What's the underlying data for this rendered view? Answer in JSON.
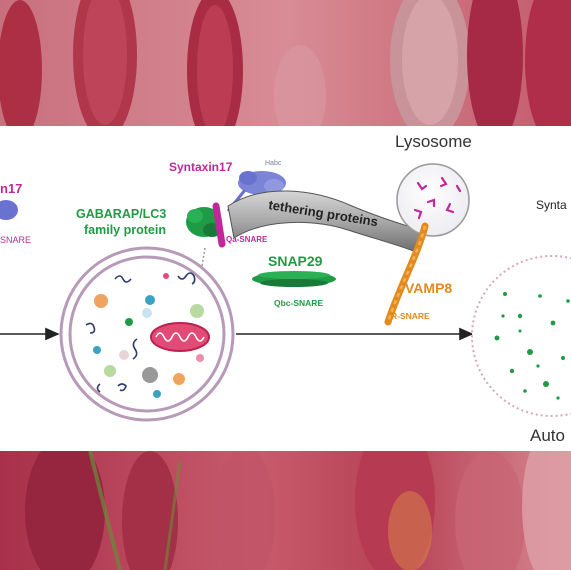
{
  "diagram": {
    "labels": {
      "syntaxin17_left": "n17",
      "snare_left": "SNARE",
      "syntaxin17": "Syntaxin17",
      "habc": "Habc",
      "gabarap_line1": "GABARAP/LC3",
      "gabarap_line2": "family protein",
      "qa_snare": "Qa-SNARE",
      "tethering": "tethering proteins",
      "lysosome": "Lysosome",
      "snap29": "SNAP29",
      "qbc_snare": "Qbc-SNARE",
      "vamp8": "VAMP8",
      "r_snare": "R-SNARE",
      "synta_right": "Synta",
      "auto_right": "Auto"
    },
    "colors": {
      "magenta": "#c0289a",
      "green": "#1f9b45",
      "orange": "#e28a1e",
      "purple_ring": "#b69ab8",
      "grey": "#555555"
    }
  }
}
